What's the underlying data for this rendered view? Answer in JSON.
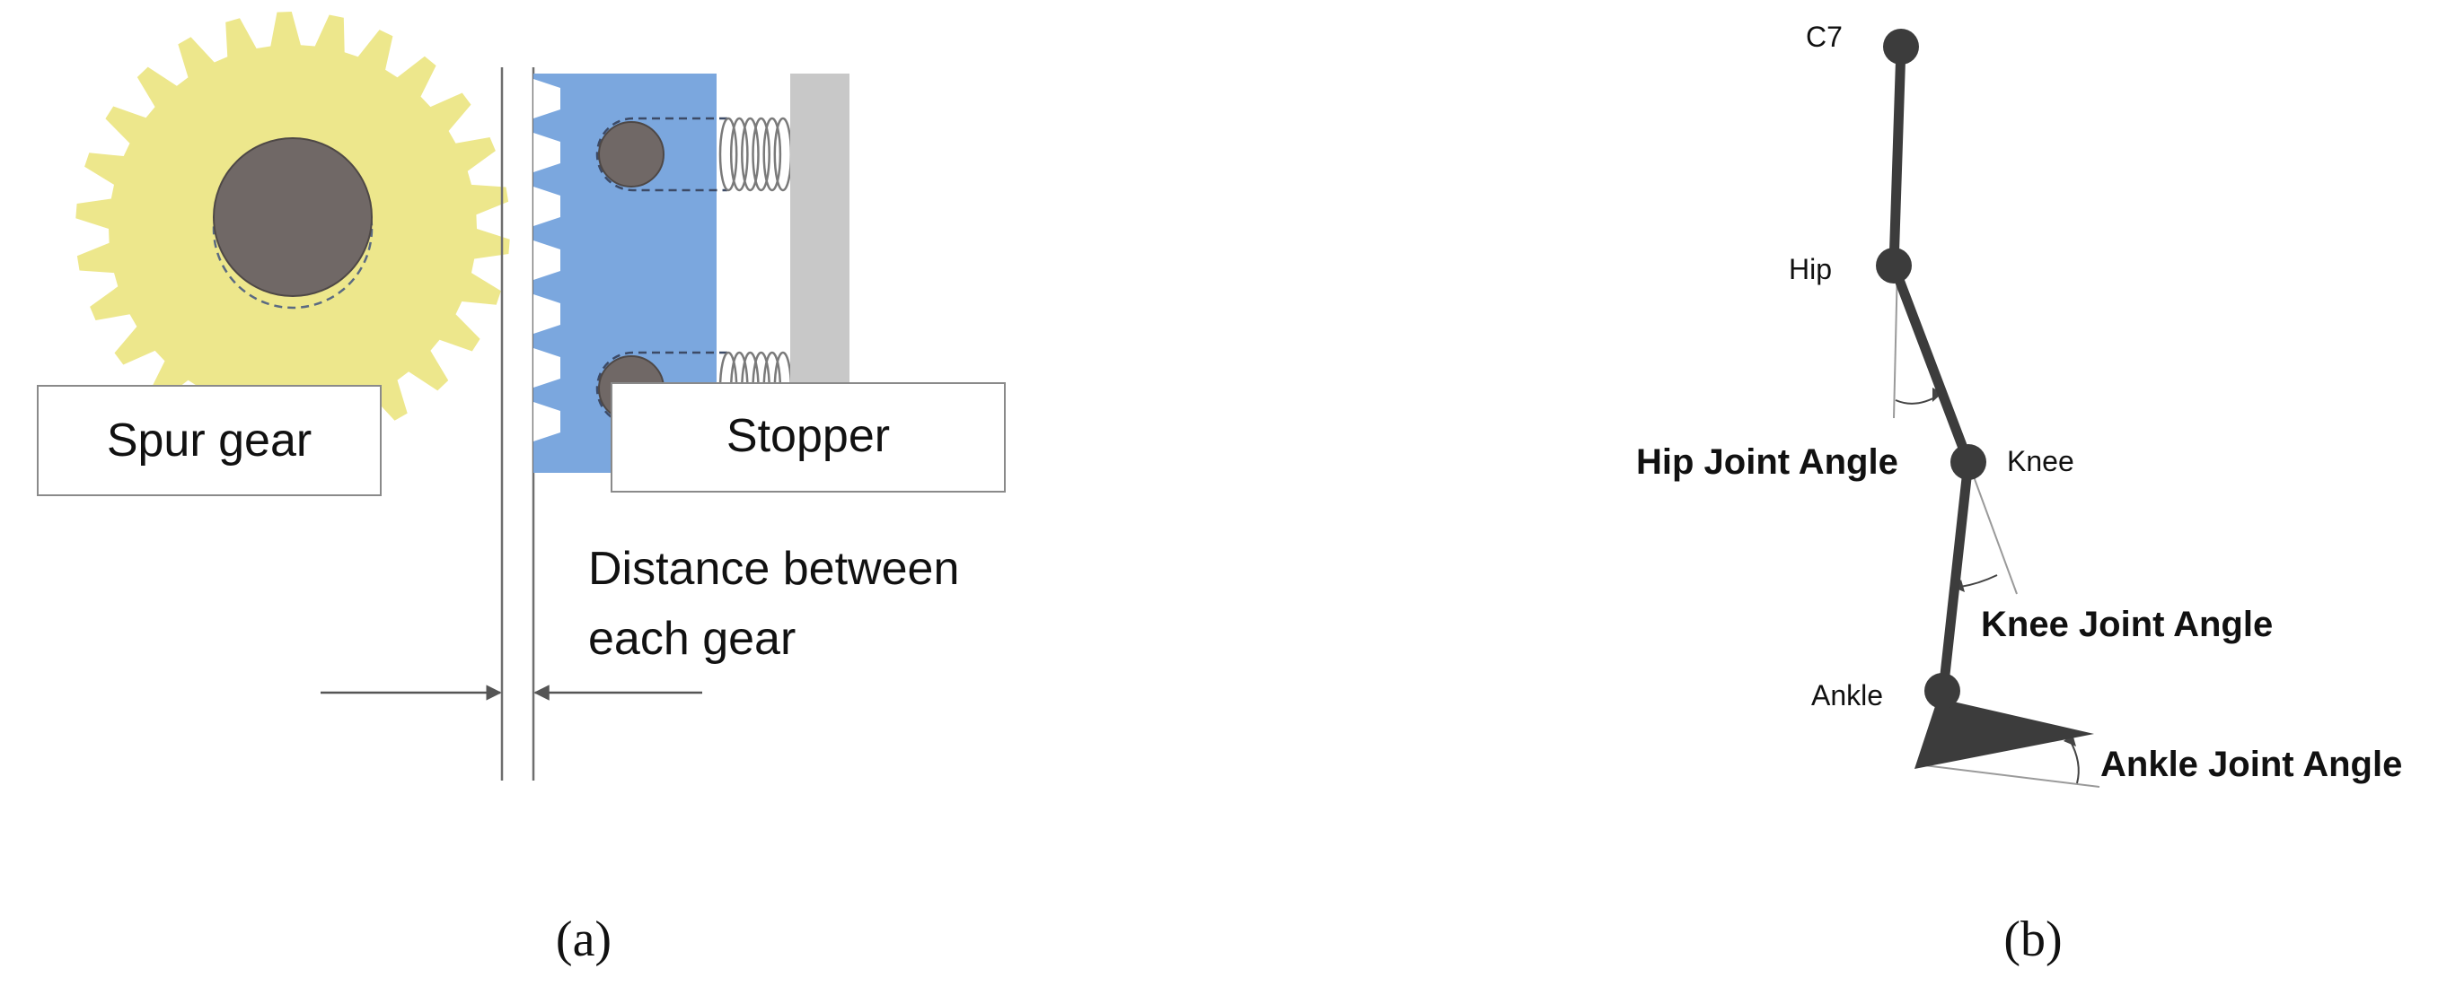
{
  "panel_a": {
    "label_spur_gear": "Spur gear",
    "label_stopper": "Stopper",
    "label_distance_line1": "Distance between",
    "label_distance_line2": "each gear",
    "caption": "(a)"
  },
  "panel_b": {
    "label_c7": "C7",
    "label_hip": "Hip",
    "label_knee": "Knee",
    "label_ankle": "Ankle",
    "label_hip_angle": "Hip Joint Angle",
    "label_knee_angle": "Knee Joint Angle",
    "label_ankle_angle": "Ankle Joint Angle",
    "caption": "(b)"
  },
  "colors": {
    "gear": "#ede78c",
    "rack": "#7ba7de",
    "hub": "#706866",
    "stopper_bar": "#c8c8c8",
    "link": "#3c3c3c"
  }
}
